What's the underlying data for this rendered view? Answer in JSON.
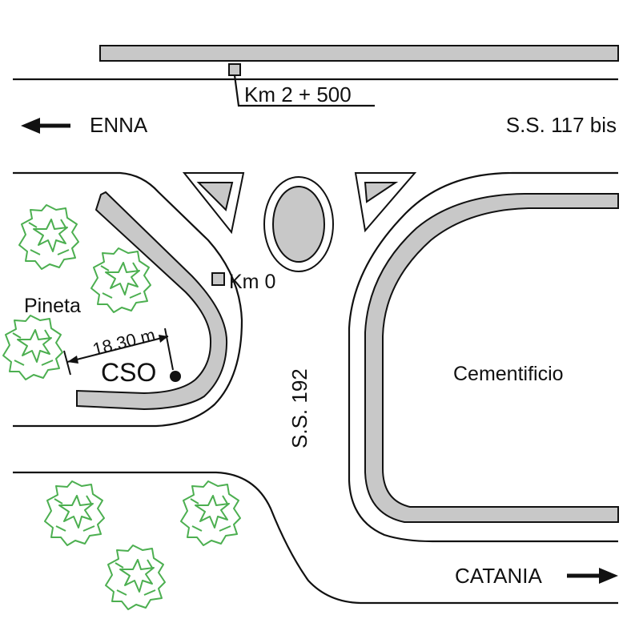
{
  "labels": {
    "km_2_500": "Km 2 + 500",
    "enna": "ENNA",
    "ss117": "S.S. 117 bis",
    "km_0": "Km 0",
    "pineta": "Pineta",
    "distance": "18.30 m",
    "cso": "CSO",
    "ss192": "S.S. 192",
    "cementificio": "Cementificio",
    "catania": "CATANIA"
  },
  "icons": {
    "west_arrow": "arrow-left-icon",
    "east_arrow": "arrow-right-icon",
    "tree": "tree-icon",
    "station": "station-dot-icon"
  },
  "colors": {
    "line": "#111111",
    "kerb_fill": "#c8c8c8",
    "trees": "#4caf50"
  }
}
